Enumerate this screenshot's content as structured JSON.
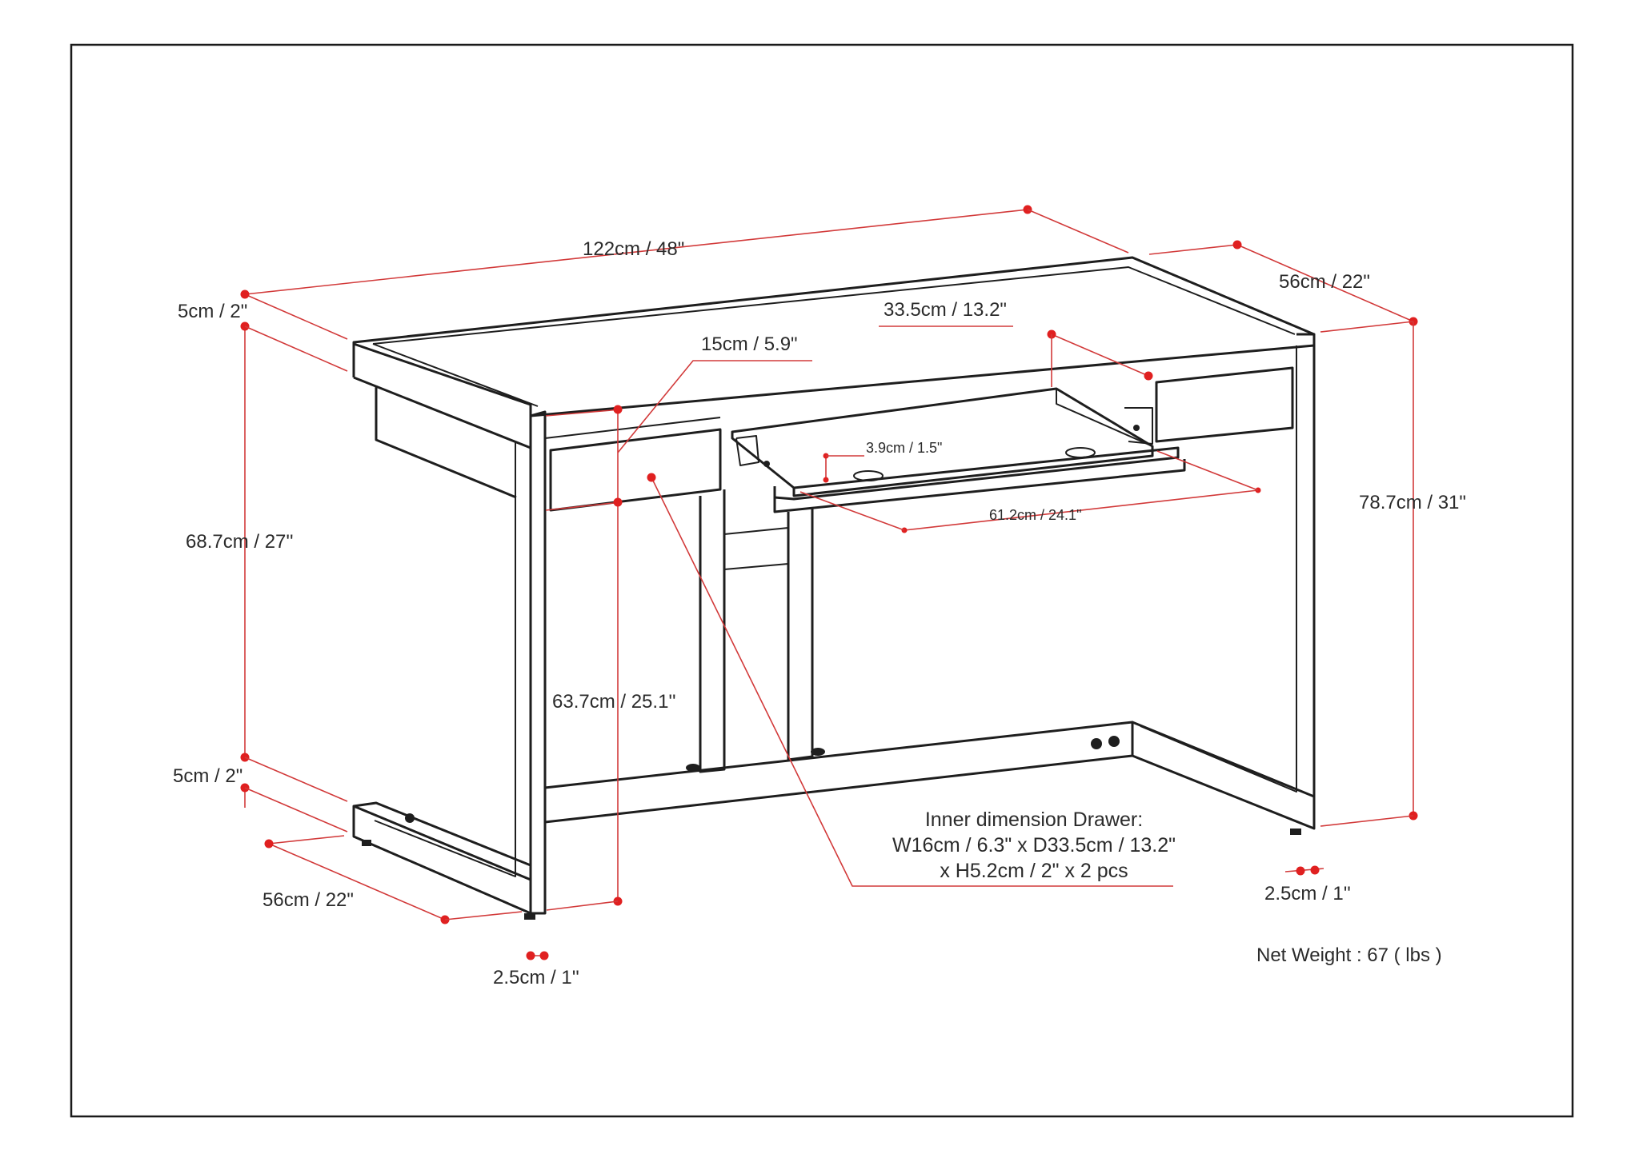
{
  "labels": {
    "width_total": "122cm / 48\"",
    "depth_top": "56cm / 22\"",
    "top_thickness": "5cm / 2\"",
    "keyboard_tray_depth": "33.5cm / 13.2\"",
    "drawer_height_front": "15cm / 5.9\"",
    "tray_thickness": "3.9cm / 1.5\"",
    "tray_width": "61.2cm / 24.1\"",
    "height_total": "78.7cm / 31\"",
    "leg_inner_height": "68.7cm / 27''",
    "clearance_height": "63.7cm / 25.1''",
    "base_thickness": "5cm / 2\"",
    "depth_base": "56cm / 22\"",
    "leg_width_left": "2.5cm / 1''",
    "leg_width_right": "2.5cm / 1''"
  },
  "notes": {
    "drawer_line1": "Inner dimension Drawer:",
    "drawer_line2": "W16cm / 6.3\" x D33.5cm / 13.2\"",
    "drawer_line3": "x H5.2cm / 2\" x 2 pcs",
    "net_weight": "Net Weight : 67 ( lbs )"
  },
  "colors": {
    "dimension": "#d23a3a",
    "outline": "#1e1e1e",
    "frame": "#1a1a1a"
  }
}
